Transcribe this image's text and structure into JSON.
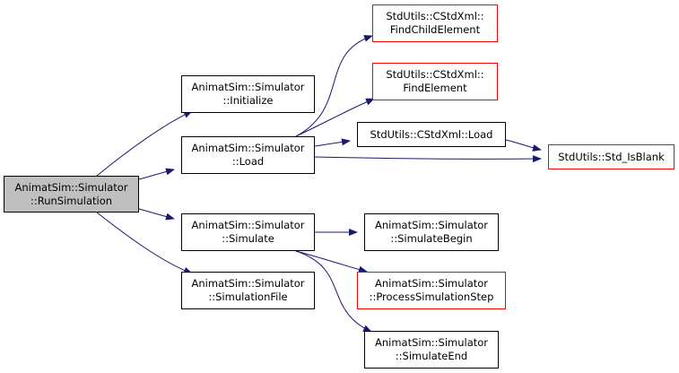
{
  "diagram": {
    "colors": {
      "edge": "#191970",
      "border": "#000000",
      "truncated_border": "#ff0000",
      "current_fill": "#bfbfbf"
    },
    "nodes": [
      {
        "id": "run",
        "lines": [
          "AnimatSim::Simulator",
          "::RunSimulation"
        ]
      },
      {
        "id": "initialize",
        "lines": [
          "AnimatSim::Simulator",
          "::Initialize"
        ]
      },
      {
        "id": "load",
        "lines": [
          "AnimatSim::Simulator",
          "::Load"
        ]
      },
      {
        "id": "simulate",
        "lines": [
          "AnimatSim::Simulator",
          "::Simulate"
        ]
      },
      {
        "id": "simfile",
        "lines": [
          "AnimatSim::Simulator",
          "::SimulationFile"
        ]
      },
      {
        "id": "findchild",
        "lines": [
          "StdUtils::CStdXml::",
          "FindChildElement"
        ]
      },
      {
        "id": "findelement",
        "lines": [
          "StdUtils::CStdXml::",
          "FindElement"
        ]
      },
      {
        "id": "xmlload",
        "lines": [
          "StdUtils::CStdXml::Load"
        ]
      },
      {
        "id": "isblank",
        "lines": [
          "StdUtils::Std_IsBlank"
        ]
      },
      {
        "id": "simbegin",
        "lines": [
          "AnimatSim::Simulator",
          "::SimulateBegin"
        ]
      },
      {
        "id": "process",
        "lines": [
          "AnimatSim::Simulator",
          "::ProcessSimulationStep"
        ]
      },
      {
        "id": "simend",
        "lines": [
          "AnimatSim::Simulator",
          "::SimulateEnd"
        ]
      }
    ],
    "edges": [
      [
        "run",
        "initialize"
      ],
      [
        "run",
        "load"
      ],
      [
        "run",
        "simulate"
      ],
      [
        "run",
        "simfile"
      ],
      [
        "load",
        "findchild"
      ],
      [
        "load",
        "findelement"
      ],
      [
        "load",
        "xmlload"
      ],
      [
        "load",
        "isblank"
      ],
      [
        "xmlload",
        "isblank"
      ],
      [
        "simulate",
        "simbegin"
      ],
      [
        "simulate",
        "process"
      ],
      [
        "simulate",
        "simend"
      ]
    ]
  }
}
